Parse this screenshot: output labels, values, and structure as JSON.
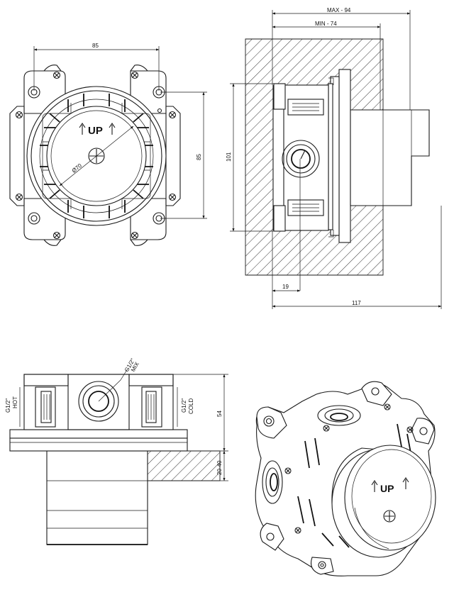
{
  "front_view": {
    "width_dim": "85",
    "height_dim": "85",
    "diameter_dim": "Ø70",
    "up_label": "UP"
  },
  "side_section": {
    "max_depth": "MAX - 94",
    "min_depth": "MIN - 74",
    "height": "101",
    "offset": "19",
    "total_depth": "117"
  },
  "top_view": {
    "mix_connection": "G1/2\"",
    "mix_label": "MIX",
    "hot_connection": "G1/2\"",
    "hot_label": "HOT",
    "cold_connection": "G1/2\"",
    "cold_label": "COLD",
    "height": "54",
    "wall_range": "20-40"
  },
  "iso_view": {
    "up_label": "UP"
  }
}
